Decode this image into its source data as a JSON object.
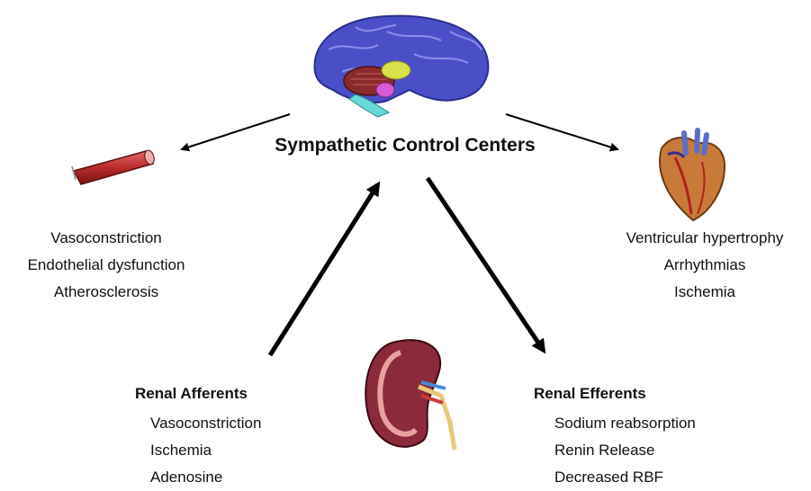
{
  "title": "Sympathetic Control Centers",
  "vascular_effects": [
    "Vasoconstriction",
    "Endothelial dysfunction",
    "Atherosclerosis"
  ],
  "cardiac_effects": [
    "Ventricular hypertrophy",
    "Arrhythmias",
    "Ischemia"
  ],
  "renal_afferents": {
    "heading": "Renal Afferents",
    "items": [
      "Vasoconstriction",
      "Ischemia",
      "Adenosine"
    ]
  },
  "renal_efferents": {
    "heading": "Renal Efferents",
    "items": [
      "Sodium reabsorption",
      "Renin Release",
      "Decreased RBF"
    ]
  },
  "icons": {
    "brain": "brain-icon",
    "vessel": "blood-vessel-icon",
    "heart": "heart-icon",
    "kidney": "kidney-icon"
  }
}
